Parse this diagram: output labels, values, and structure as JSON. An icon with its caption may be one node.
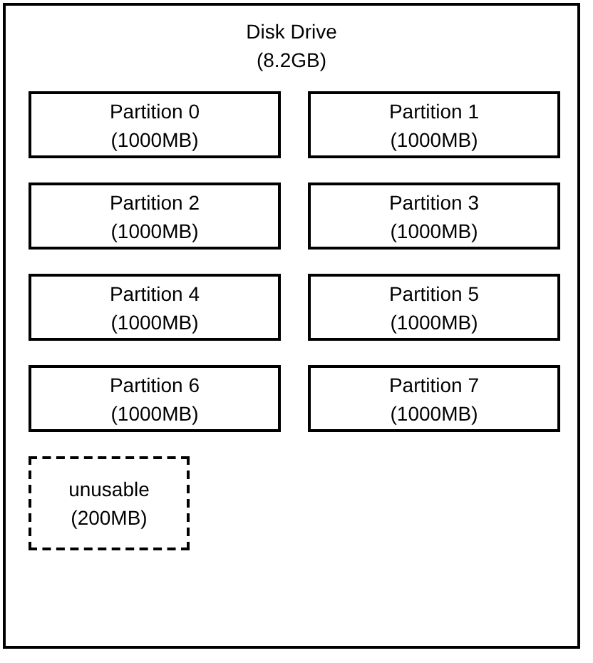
{
  "diagram": {
    "nodes": [
      {
        "text": [
          "Disk Drive (8.2GB)"
        ]
      },
      {
        "text": [
          "Partition 0 (1000MB)"
        ],
        "in": 0
      },
      {
        "text": [
          "Partition 1 (1000MB)"
        ],
        "in": 0
      },
      {
        "text": [
          "Partition 2 (1000MB)"
        ],
        "in": 0
      },
      {
        "text": [
          "Partition 3 (1000MB)"
        ],
        "in": 0
      },
      {
        "text": [
          "Partition 4 (1000MB)"
        ],
        "in": 0
      },
      {
        "text": [
          "Partition 5 (1000MB)"
        ],
        "in": 0
      },
      {
        "text": [
          "Partition 6 (1000MB)"
        ],
        "in": 0
      },
      {
        "text": [
          "Partition 7 (1000MB)"
        ],
        "in": 0
      },
      {
        "text": [
          "unusable (200MB)"
        ],
        "in": 0
      }
    ]
  }
}
